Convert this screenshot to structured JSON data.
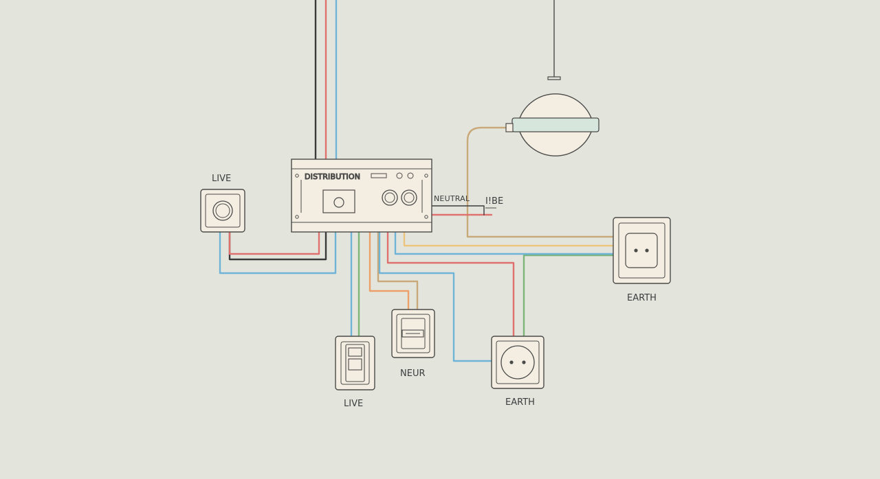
{
  "labels": {
    "distribution_box": "DISTRIBUTION",
    "neutral_tag": "NEUTRAL",
    "garbled_tag": "I!BE",
    "live_switch_left": "LIVE",
    "live_switch_bottom": "LIVE",
    "neur_breaker": "NEUR",
    "earth_socket_right": "EARTH",
    "earth_socket_bottom": "EARTH"
  },
  "colors": {
    "background": "#e3e5dd",
    "fixture_fill": "#f3ede2",
    "outline": "#4a4a48",
    "wire_black": "#3a3a3a",
    "wire_red": "#e0706d",
    "wire_blue": "#6fb3d6",
    "wire_green": "#7cb579",
    "wire_orange": "#eba06a",
    "wire_yellow": "#ecc47e",
    "wire_tan": "#c9a97a",
    "lamp_band": "#d6e6dc"
  }
}
